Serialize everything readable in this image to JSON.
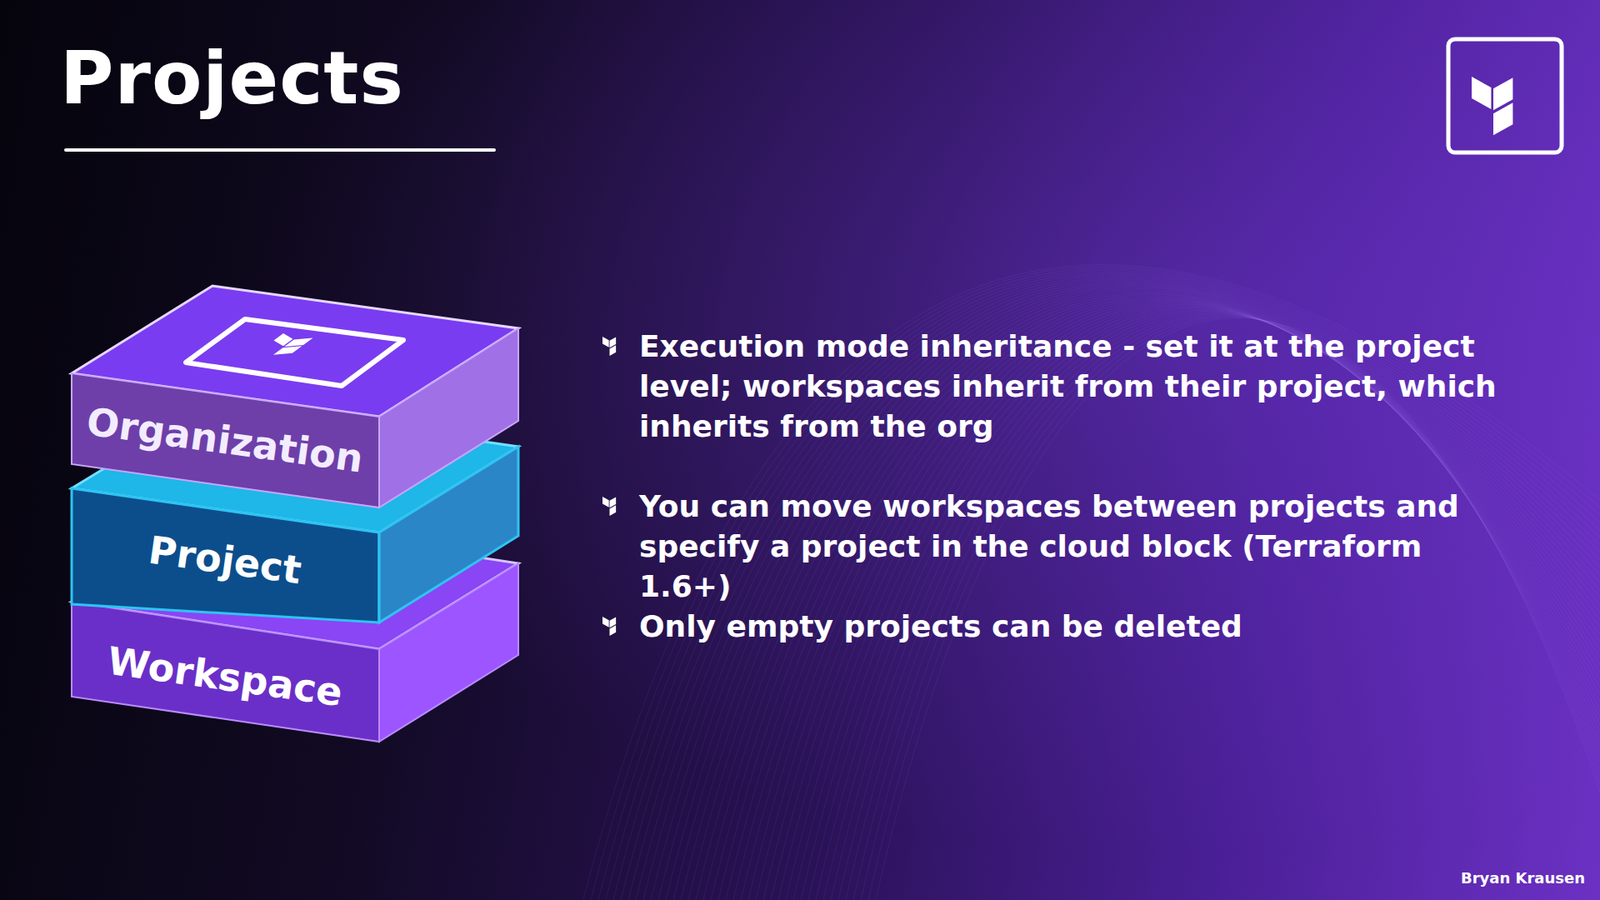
{
  "diagram": {
    "title": "Projects",
    "nodes": [
      {
        "text": [
          "Organization"
        ]
      },
      {
        "text": [
          "Project"
        ]
      },
      {
        "text": [
          "Workspace"
        ]
      }
    ],
    "labels": [
      "Execution mode inheritance - set it at the project level; workspaces inherit from their project, which inherits from the org",
      "You can move workspaces between projects and specify a project in the cloud block (Terraform 1.6+)",
      "Only empty projects can be deleted",
      "Bryan Krausen"
    ]
  }
}
